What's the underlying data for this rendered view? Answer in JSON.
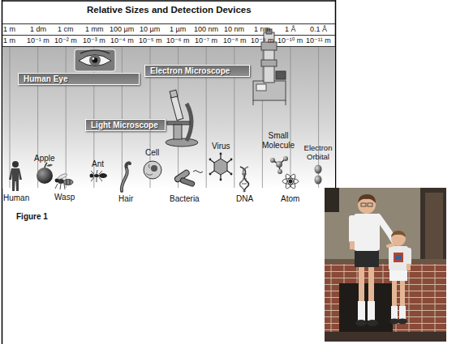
{
  "diagram": {
    "title": "Relative Sizes and Detection Devices",
    "nodes": [
      {
        "text": [
          "Human Eye"
        ]
      },
      {
        "text": [
          "Electron Microscope"
        ]
      },
      {
        "text": [
          "Light Microscope"
        ]
      }
    ],
    "labels": [
      "1 m",
      "1 dm",
      "1 cm",
      "1 mm",
      "100 µm",
      "10 µm",
      "1 µm",
      "100 nm",
      "10 nm",
      "1 nm",
      "1 Å",
      "0.1 Å",
      "1 m",
      "10⁻¹ m",
      "10⁻² m",
      "10⁻³ m",
      "10⁻⁴ m",
      "10⁻⁵ m",
      "10⁻⁶ m",
      "10⁻⁷ m",
      "10⁻⁸ m",
      "10⁻⁹ m",
      "10⁻¹⁰ m",
      "10⁻¹¹ m",
      "Apple",
      "Ant",
      "Cell",
      "Virus",
      "Small Molecule",
      "Electron Orbital",
      "Human",
      "Wasp",
      "Hair",
      "Bacteria",
      "DNA",
      "Atom",
      "Figure 1"
    ]
  }
}
